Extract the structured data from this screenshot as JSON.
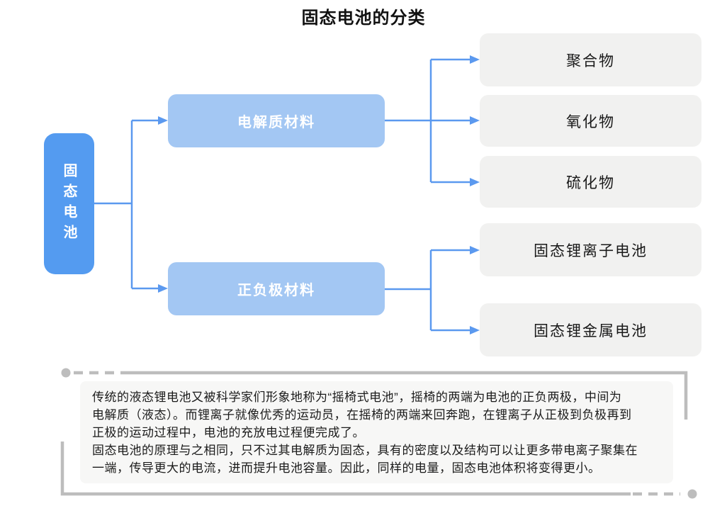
{
  "title": "固态电池的分类",
  "colors": {
    "root_box": "#549BF0",
    "branch_box": "#A3C7F3",
    "leaf_box": "#F1F1F0",
    "connector": "#5B99EF",
    "decoration": "#BDBDBD",
    "note_bg": "#F7F7F6"
  },
  "tree": {
    "root": {
      "label": "固态电池"
    },
    "branches": [
      {
        "label": "电解质材料",
        "children": [
          {
            "label": "聚合物"
          },
          {
            "label": "氧化物"
          },
          {
            "label": "硫化物"
          }
        ]
      },
      {
        "label": "正负极材料",
        "children": [
          {
            "label": "固态锂离子电池"
          },
          {
            "label": "固态锂金属电池"
          }
        ]
      }
    ]
  },
  "note": {
    "lines": [
      "传统的液态锂电池又被科学家们形象地称为“摇椅式电池”，摇椅的两端为电池的正负两极，中间为",
      "电解质（液态）。而锂离子就像优秀的运动员，在摇椅的两端来回奔跑，在锂离子从正极到负极再到",
      "正极的运动过程中，电池的充放电过程便完成了。",
      "固态电池的原理与之相同，只不过其电解质为固态，具有的密度以及结构可以让更多带电离子聚集在",
      "一端，传导更大的电流，进而提升电池容量。因此，同样的电量，固态电池体积将变得更小。"
    ]
  }
}
